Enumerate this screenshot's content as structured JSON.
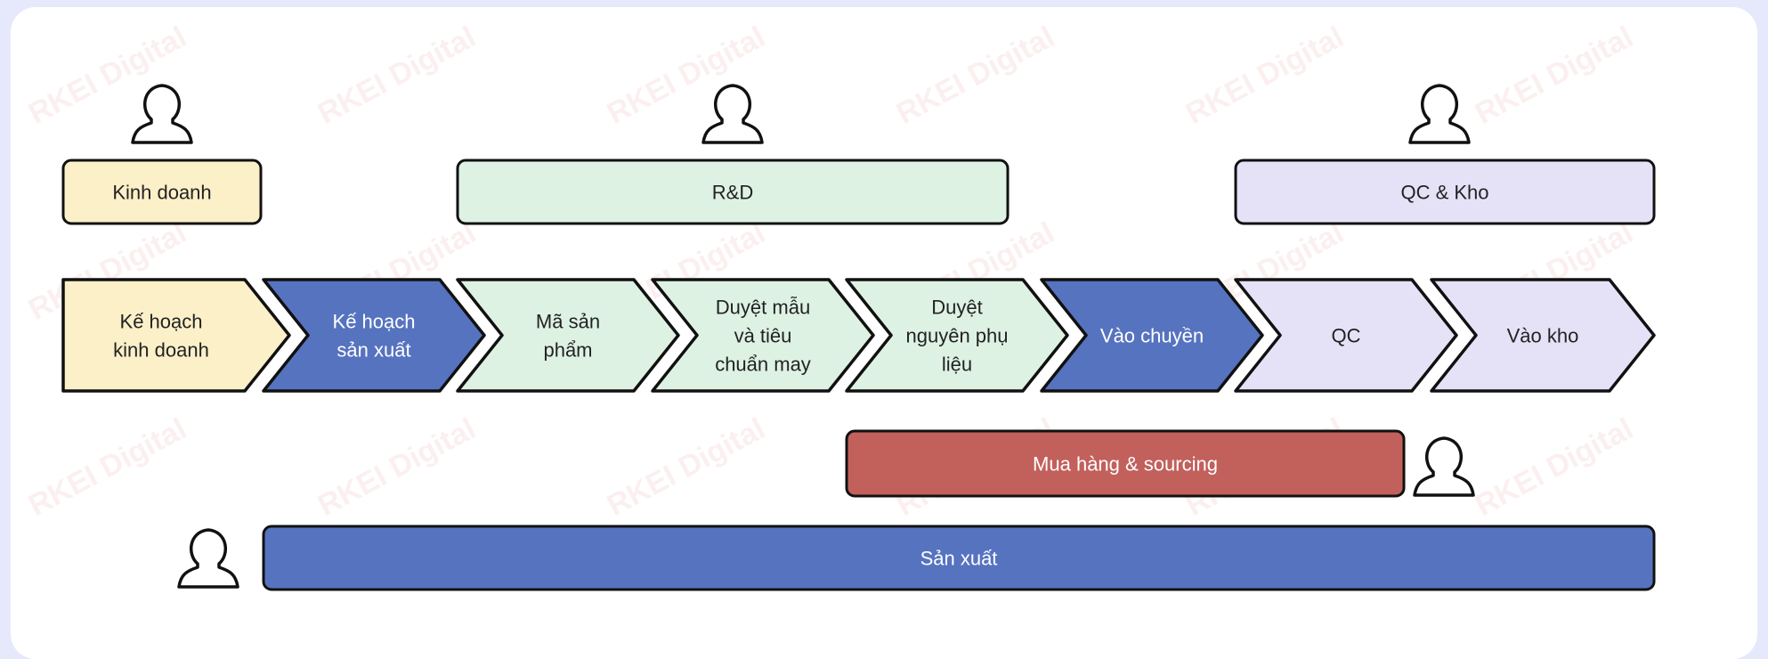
{
  "colors": {
    "page_background": "#e6e8fb",
    "card_background": "#ffffff",
    "outline": "#111111",
    "watermark": "#e8a3a3",
    "business_yellow": "#fcf0c9",
    "rnd_green": "#def2e4",
    "qc_lavender": "#e5e2f8",
    "production_blue": "#5673c0",
    "purchasing_red": "#c2605c"
  },
  "watermark_text": "RKEI Digital",
  "roles": [
    {
      "id": "kinh-doanh",
      "label": "Kinh doanh",
      "fill": "#fcf0c9",
      "text_color": "#222222"
    },
    {
      "id": "rnd",
      "label": "R&D",
      "fill": "#def2e4",
      "text_color": "#222222"
    },
    {
      "id": "qc-kho",
      "label": "QC & Kho",
      "fill": "#e5e2f8",
      "text_color": "#222222"
    },
    {
      "id": "mua-hang",
      "label": "Mua hàng & sourcing",
      "fill": "#c2605c",
      "text_color": "#ffffff"
    },
    {
      "id": "san-xuat",
      "label": "Sản xuất",
      "fill": "#5673c0",
      "text_color": "#ffffff"
    }
  ],
  "steps": [
    {
      "lines": [
        "Kế hoạch",
        "kinh doanh"
      ],
      "fill": "#fcf0c9",
      "text_color": "#222222"
    },
    {
      "lines": [
        "Kế hoạch",
        "sản xuất"
      ],
      "fill": "#5673c0",
      "text_color": "#ffffff"
    },
    {
      "lines": [
        "Mã sản",
        "phẩm"
      ],
      "fill": "#def2e4",
      "text_color": "#222222"
    },
    {
      "lines": [
        "Duyệt mẫu",
        "và tiêu",
        "chuẩn may"
      ],
      "fill": "#def2e4",
      "text_color": "#222222"
    },
    {
      "lines": [
        "Duyệt",
        "nguyên phụ",
        "liệu"
      ],
      "fill": "#def2e4",
      "text_color": "#222222"
    },
    {
      "lines": [
        "Vào chuyền"
      ],
      "fill": "#5673c0",
      "text_color": "#ffffff"
    },
    {
      "lines": [
        "QC"
      ],
      "fill": "#e5e2f8",
      "text_color": "#222222"
    },
    {
      "lines": [
        "Vào kho"
      ],
      "fill": "#e5e2f8",
      "text_color": "#222222"
    }
  ],
  "icons": [
    "person-icon",
    "person-icon",
    "person-icon",
    "person-icon",
    "person-icon"
  ]
}
